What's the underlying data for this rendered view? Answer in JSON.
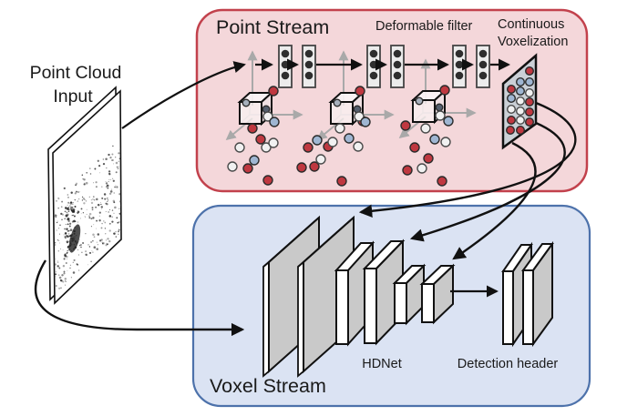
{
  "labels": {
    "point_cloud_input": [
      "Point Cloud",
      "Input"
    ],
    "point_stream_title": "Point Stream",
    "deformable_filter": "Deformable filter",
    "continuous_voxelization": [
      "Continuous",
      "Voxelization"
    ],
    "voxel_stream_title": "Voxel Stream",
    "hdnet": "HDNet",
    "detection_header": "Detection header"
  },
  "colors": {
    "point_stream_fill": "#f4d7da",
    "point_stream_border": "#c2414c",
    "voxel_stream_fill": "#dbe3f3",
    "voxel_stream_border": "#4d72ab",
    "plane_gray": "#c9c9c9",
    "voxel_plate_gray": "#cbd0d6",
    "mlp_fill": "#ececec",
    "mlp_dot": "#2e2e2e",
    "axis_gray": "#a9a9a9",
    "dot_red": "#bf3840",
    "dot_white": "#f1f1f1",
    "dot_blue": "#9fb6d2",
    "dot_gray": "#a7b0bc",
    "dot_dark": "#555f6e"
  },
  "point_stream": {
    "mlp": {
      "pair_count": 3,
      "layers_per_pair": 2,
      "dots_per_layer": 3
    },
    "scatter_dots": [
      [
        300,
        100,
        "red"
      ],
      [
        277,
        141,
        "red"
      ],
      [
        286,
        153,
        "red"
      ],
      [
        272,
        185,
        "red"
      ],
      [
        294,
        198,
        "red"
      ],
      [
        263,
        162,
        "white"
      ],
      [
        292,
        162,
        "white"
      ],
      [
        300,
        157,
        "white"
      ],
      [
        255,
        183,
        "white"
      ],
      [
        294,
        128,
        "white"
      ],
      [
        279,
        176,
        "blue"
      ],
      [
        301,
        134,
        "blue"
      ],
      [
        395,
        100,
        "red"
      ],
      [
        398,
        133,
        "red"
      ],
      [
        360,
        161,
        "red"
      ],
      [
        338,
        162,
        "red"
      ],
      [
        331,
        184,
        "red"
      ],
      [
        345,
        183,
        "red"
      ],
      [
        375,
        199,
        "red"
      ],
      [
        373,
        141,
        "white"
      ],
      [
        365,
        156,
        "white"
      ],
      [
        352,
        175,
        "white"
      ],
      [
        393,
        161,
        "white"
      ],
      [
        394,
        128,
        "white"
      ],
      [
        348,
        154,
        "blue"
      ],
      [
        383,
        152,
        "blue"
      ],
      [
        401,
        134,
        "blue"
      ],
      [
        488,
        99,
        "red"
      ],
      [
        445,
        138,
        "red"
      ],
      [
        455,
        162,
        "red"
      ],
      [
        470,
        174,
        "red"
      ],
      [
        447,
        187,
        "red"
      ],
      [
        485,
        199,
        "red"
      ],
      [
        467,
        141,
        "white"
      ],
      [
        489,
        156,
        "white"
      ],
      [
        463,
        185,
        "white"
      ],
      [
        483,
        127,
        "white"
      ],
      [
        477,
        153,
        "blue"
      ],
      [
        492,
        133,
        "blue"
      ]
    ],
    "cube_corner_dots": [
      [
        270,
        113,
        "gray"
      ],
      [
        292,
        120,
        "dark"
      ],
      [
        370,
        113,
        "gray"
      ],
      [
        392,
        120,
        "dark"
      ],
      [
        460,
        111,
        "gray"
      ],
      [
        482,
        118,
        "dark"
      ]
    ]
  },
  "voxelization": {
    "dots": [
      [
        581,
        78,
        "red"
      ],
      [
        571,
        90,
        "blue"
      ],
      [
        581,
        90,
        "blue"
      ],
      [
        561,
        98,
        "red"
      ],
      [
        571,
        100,
        "blue"
      ],
      [
        581,
        102,
        "white"
      ],
      [
        561,
        108,
        "blue"
      ],
      [
        571,
        111,
        "white"
      ],
      [
        581,
        112,
        "red"
      ],
      [
        561,
        120,
        "white"
      ],
      [
        571,
        122,
        "white"
      ],
      [
        581,
        123,
        "red"
      ],
      [
        561,
        132,
        "red"
      ],
      [
        571,
        132,
        "white"
      ],
      [
        581,
        134,
        "red"
      ],
      [
        560,
        143,
        "red"
      ],
      [
        571,
        143,
        "red"
      ]
    ]
  }
}
